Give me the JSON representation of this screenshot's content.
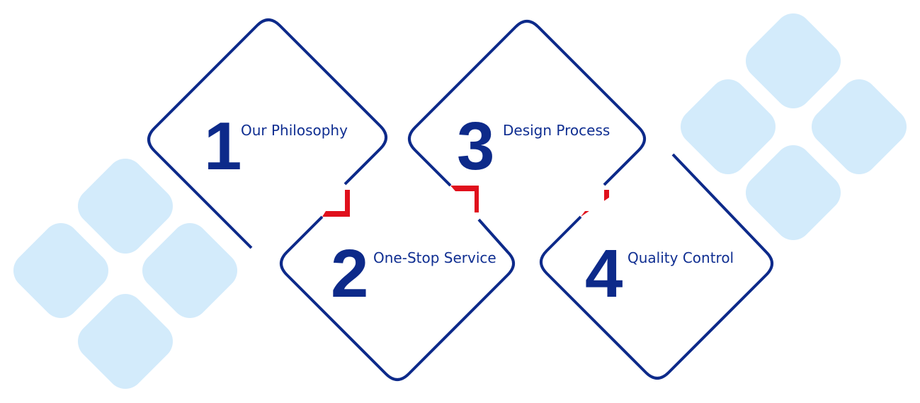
{
  "colors": {
    "navy": "#0d2a8a",
    "text": "#0f2e91",
    "accent_red": "#e0101c",
    "light_blue": "#d3ebfb",
    "background": "#ffffff"
  },
  "steps": [
    {
      "number": "1",
      "title": "Our Philosophy"
    },
    {
      "number": "2",
      "title": "One-Stop Service"
    },
    {
      "number": "3",
      "title": "Design Process"
    },
    {
      "number": "4",
      "title": "Quality Control"
    }
  ]
}
